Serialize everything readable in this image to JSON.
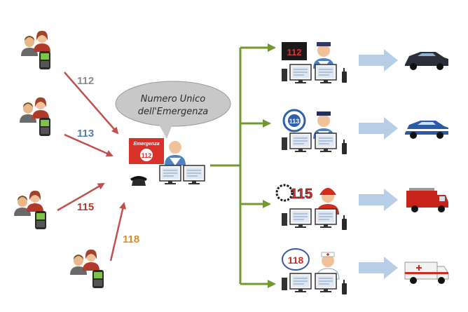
{
  "callers": [
    {
      "number": "112",
      "color": "#8a8a8a"
    },
    {
      "number": "113",
      "color": "#4f7fae"
    },
    {
      "number": "115",
      "color": "#b03a2e"
    },
    {
      "number": "118",
      "color": "#d98b2b"
    }
  ],
  "center": {
    "bubble_line1": "Numero Unico",
    "bubble_line2": "dell'Emergenza",
    "badge_label": "Emergenza",
    "badge_number": "112"
  },
  "services": [
    {
      "badge": "112",
      "vehicle": "carabinieri-car"
    },
    {
      "badge": "113",
      "vehicle": "police-car"
    },
    {
      "badge": "115",
      "vehicle": "fire-truck"
    },
    {
      "badge": "118",
      "vehicle": "ambulance"
    }
  ],
  "colors": {
    "red_arrow": "#c0504d",
    "green_line": "#6f9a2f",
    "light_arrow": "#b8cde6",
    "bubble_fill": "#c8c8c8"
  }
}
